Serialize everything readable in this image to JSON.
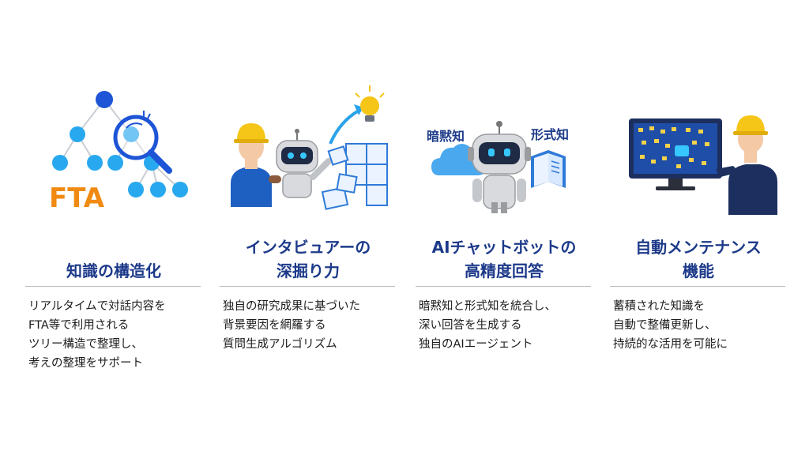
{
  "colors": {
    "title_blue": "#1d3a8a",
    "node_dark": "#1e55d6",
    "node_light": "#28a8ee",
    "fta_orange": "#f08a12",
    "helmet_yellow": "#f5c518",
    "rule_gray": "#b9bcc2"
  },
  "features": [
    {
      "icon": "fta-tree-magnifier-icon",
      "illustration_text": "FTA",
      "title_lines": [
        "知識の構造化"
      ],
      "desc_lines": [
        "リアルタイムで対話内容を",
        "FTA等で利用される",
        "ツリー構造で整理し、",
        "考えの整理をサポート"
      ]
    },
    {
      "icon": "worker-robot-puzzle-icon",
      "title_lines": [
        "インタビュアーの",
        "深掘り力"
      ],
      "desc_lines": [
        "独自の研究成果に基づいた",
        "背景要因を網羅する",
        "質問生成アルゴリズム"
      ]
    },
    {
      "icon": "chatbot-robot-icon",
      "illustration_labels": [
        "暗黙知",
        "形式知"
      ],
      "title_lines": [
        "AIチャットボットの",
        "高精度回答"
      ],
      "desc_lines": [
        "暗黙知と形式知を統合し、",
        "深い回答を生成する",
        "独自のAIエージェント"
      ]
    },
    {
      "icon": "worker-monitor-icon",
      "title_lines": [
        "自動メンテナンス",
        "機能"
      ],
      "desc_lines": [
        "蓄積された知識を",
        "自動で整備更新し、",
        "持続的な活用を可能に"
      ]
    }
  ]
}
